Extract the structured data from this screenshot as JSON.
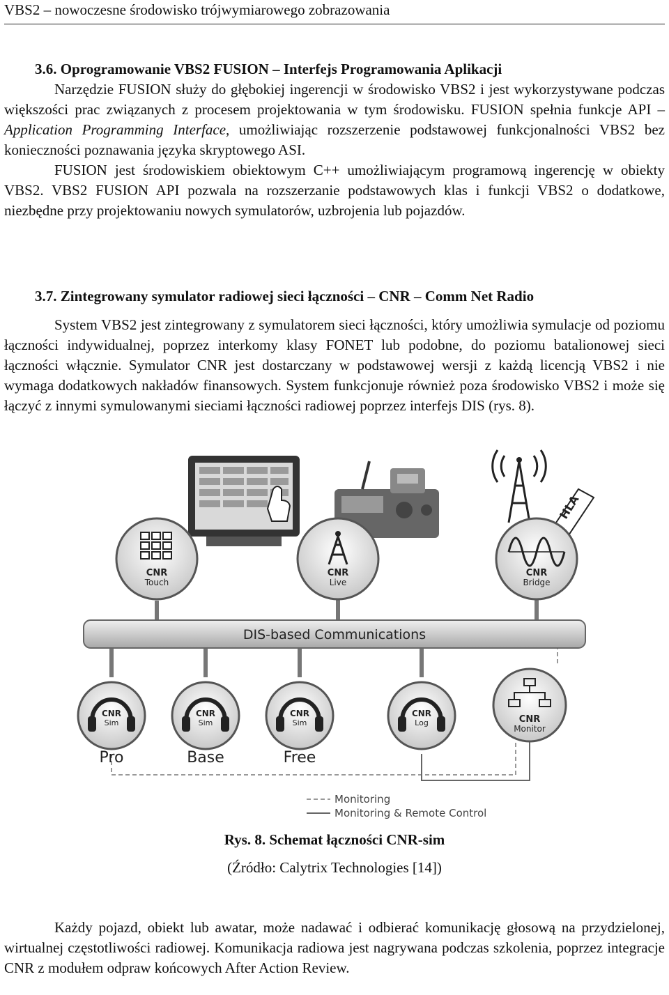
{
  "header": {
    "title": "VBS2 – nowoczesne środowisko trójwymiarowego zobrazowania"
  },
  "section_36": {
    "heading": "3.6. Oprogramowanie VBS2 FUSION – Interfejs Programowania Aplikacji",
    "p1_before": "Narzędzie FUSION służy do głębokiej ingerencji w środowisko VBS2 i jest wykorzystywane podczas większości prac związanych z procesem projektowania w tym środowisku. FUSION spełnia funkcje API – ",
    "p1_italic": "Application Programming Interface,",
    "p1_after": " umożliwiając rozszerzenie podstawowej funkcjonalności VBS2 bez konieczności poznawania języka skryptowego ASI.",
    "p2": "FUSION jest środowiskiem obiektowym C++ umożliwiającym programową ingerencję w obiekty VBS2. VBS2 FUSION API pozwala na rozszerzanie podstawowych klas i funkcji VBS2 o dodatkowe, niezbędne przy projektowaniu nowych symulatorów, uzbrojenia lub pojazdów."
  },
  "section_37": {
    "heading": "3.7. Zintegrowany symulator radiowej sieci łączności – CNR – Comm Net Radio",
    "p1": "System VBS2 jest zintegrowany z symulatorem sieci łączności, który umożliwia symulacje od poziomu łączności indywidualnej, poprzez interkomy klasy FONET lub podobne, do poziomu batalionowej sieci łączności włącznie. Symulator CNR jest dostarczany w podstawowej wersji z każdą licencją VBS2 i nie wymaga dodatkowych nakładów finansowych. System funkcjonuje również poza środowisko VBS2 i może się łączyć z innymi symulowanymi sieciami łączności radiowej poprzez interfejs DIS (rys. 8)."
  },
  "figure": {
    "bus_label": "DIS-based Communications",
    "hla_label": "HLA",
    "top_nodes": [
      {
        "line1": "CNR",
        "line2": "Touch"
      },
      {
        "line1": "CNR",
        "line2": "Live"
      },
      {
        "line1": "CNR",
        "line2": "Bridge"
      }
    ],
    "bottom_nodes": [
      {
        "line1": "CNR",
        "line2": "Sim",
        "label": "Pro"
      },
      {
        "line1": "CNR",
        "line2": "Sim",
        "label": "Base"
      },
      {
        "line1": "CNR",
        "line2": "Sim",
        "label": "Free"
      },
      {
        "line1": "CNR",
        "line2": "Log",
        "label": ""
      }
    ],
    "monitor_node": {
      "line1": "CNR",
      "line2": "Monitor"
    },
    "legend_1": "Monitoring",
    "legend_2": "Monitoring & Remote Control",
    "caption": "Rys. 8. Schemat łączności CNR-sim",
    "source": "(Źródło: Calytrix Technologies [14])"
  },
  "closing": {
    "p1": "Każdy pojazd, obiekt lub awatar, może nadawać i odbierać komunikację głosową na przydzielonej, wirtualnej częstotliwości radiowej. Komunikacja radiowa jest nagrywana podczas szkolenia, poprzez integracje CNR z modułem odpraw końcowych After Action Review."
  }
}
